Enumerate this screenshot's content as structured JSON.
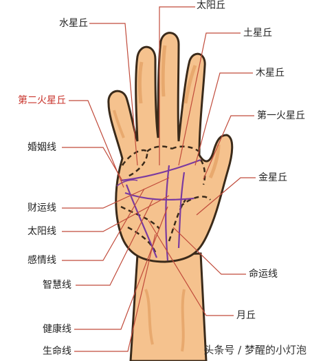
{
  "colors": {
    "skin": "#f5c28e",
    "skin_shadow": "#e8a96e",
    "outline": "#3a2a1a",
    "leader": "#c04a3a",
    "palm_line": "#7a3aa0",
    "label_text": "#222222",
    "label_highlight": "#c8322a"
  },
  "labels": {
    "shuixing": "水星丘",
    "taiyangqiu": "太阳丘",
    "tuxing": "土星丘",
    "muxing": "木星丘",
    "dierhuo": "第二火星丘",
    "diyihuo": "第一火星丘",
    "hunyin": "婚姻线",
    "jinxing": "金星丘",
    "caiyun": "财运线",
    "taiyangxian": "太阳线",
    "ganqing": "感情线",
    "mingyun": "命运线",
    "zhihui": "智慧线",
    "yueqiu": "月丘",
    "jiankang": "健康线",
    "shengming": "生命线"
  },
  "watermark": "头条号 / 梦醒的小灯泡"
}
